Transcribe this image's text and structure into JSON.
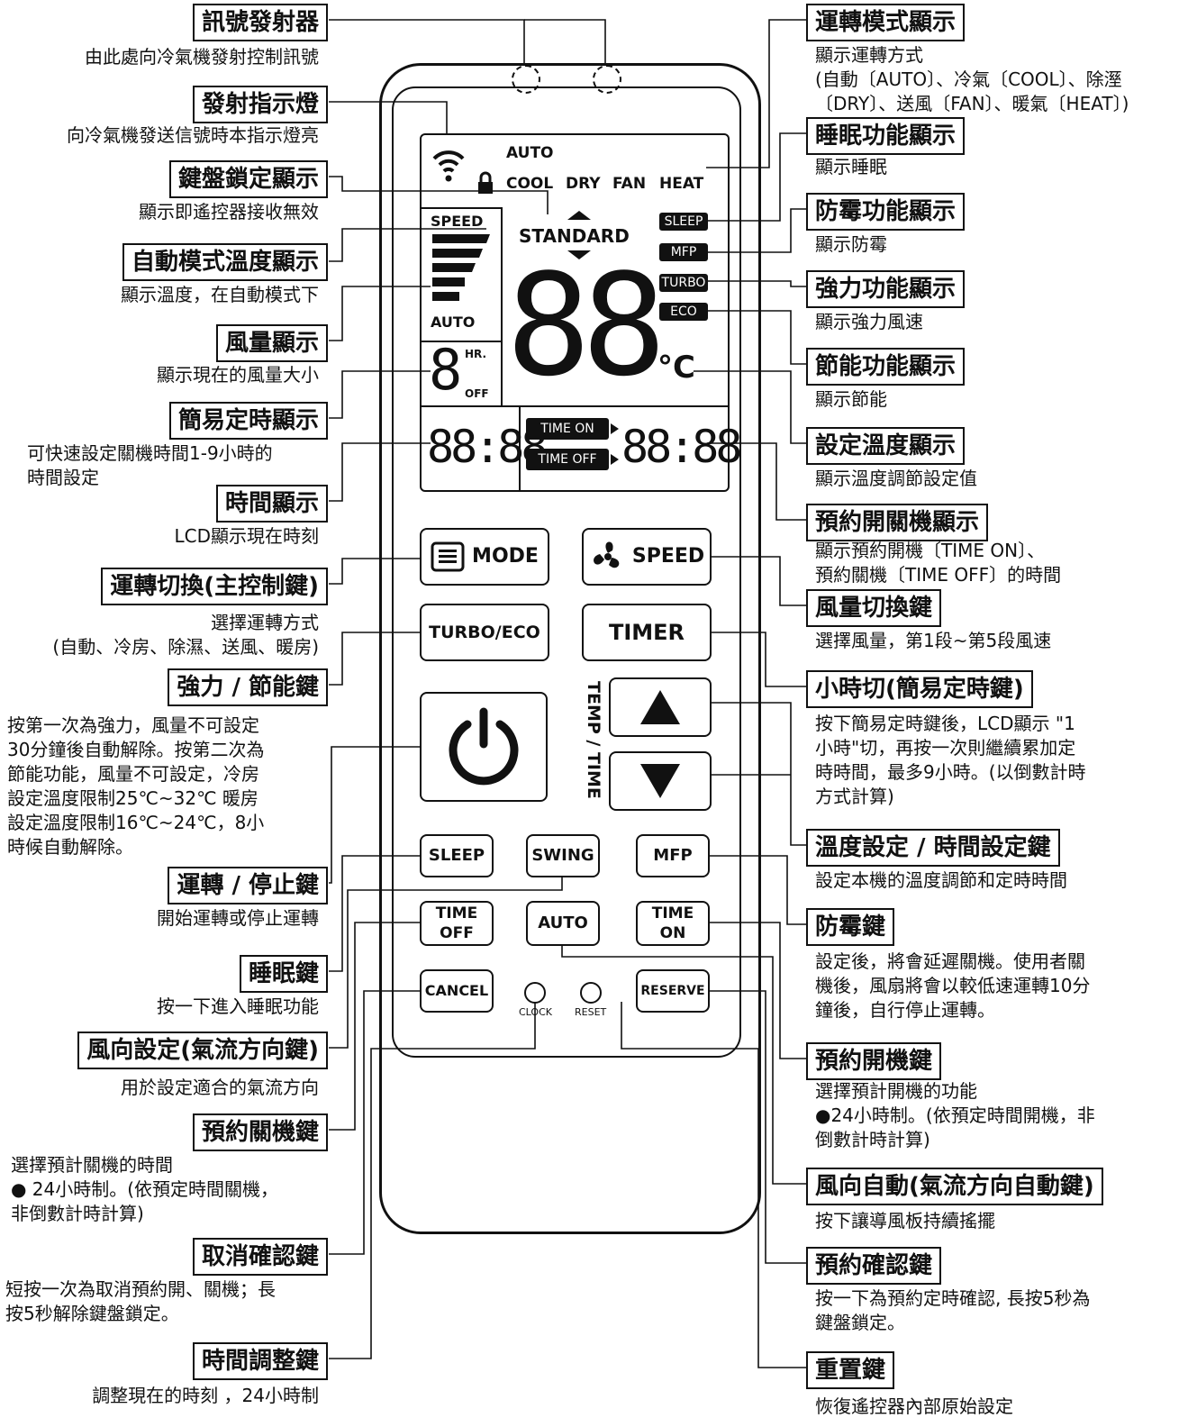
{
  "left": [
    {
      "title": "訊號發射器",
      "desc": "由此處向冷氣機發射控制訊號"
    },
    {
      "title": "發射指示燈",
      "desc": "向冷氣機發送信號時本指示燈亮"
    },
    {
      "title": "鍵盤鎖定顯示",
      "desc": "顯示即遙控器接收無效"
    },
    {
      "title": "自動模式溫度顯示",
      "desc": "顯示溫度，在自動模式下"
    },
    {
      "title": "風量顯示",
      "desc": "顯示現在的風量大小"
    },
    {
      "title": "簡易定時顯示",
      "desc": "可快速設定關機時間1-9小時的\n時間設定"
    },
    {
      "title": "時間顯示",
      "desc": "LCD顯示現在時刻"
    },
    {
      "title": "運轉切換(主控制鍵)",
      "desc": "選擇運轉方式\n(自動、冷房、除濕、送風、暖房)"
    },
    {
      "title": "強力 / 節能鍵",
      "desc": "按第一次為強力，風量不可設定\n30分鐘後自動解除。按第二次為\n節能功能，風量不可設定，冷房\n設定溫度限制25℃~32℃ 暖房\n設定溫度限制16℃~24℃，8小\n時候自動解除。"
    },
    {
      "title": "運轉 / 停止鍵",
      "desc": "開始運轉或停止運轉"
    },
    {
      "title": "睡眠鍵",
      "desc": "按一下進入睡眠功能"
    },
    {
      "title": "風向設定(氣流方向鍵)",
      "desc": "用於設定適合的氣流方向"
    },
    {
      "title": "預約關機鍵",
      "desc": "選擇預計關機的時間\n● 24小時制。(依預定時間關機，\n非倒數計時計算)"
    },
    {
      "title": "取消確認鍵",
      "desc": "短按一次為取消預約開、關機；長\n按5秒解除鍵盤鎖定。"
    },
    {
      "title": "時間調整鍵",
      "desc": "調整現在的時刻 ，24小時制"
    }
  ],
  "right": [
    {
      "title": "運轉模式顯示",
      "desc": "顯示運轉方式\n(自動〔AUTO〕、冷氣〔COOL〕、除溼\n〔DRY〕、送風〔FAN〕、暖氣〔HEAT〕)"
    },
    {
      "title": "睡眠功能顯示",
      "desc": "顯示睡眠"
    },
    {
      "title": "防霉功能顯示",
      "desc": "顯示防霉"
    },
    {
      "title": "強力功能顯示",
      "desc": "顯示強力風速"
    },
    {
      "title": "節能功能顯示",
      "desc": "顯示節能"
    },
    {
      "title": "設定溫度顯示",
      "desc": "顯示溫度調節設定值"
    },
    {
      "title": "預約開關機顯示",
      "desc": "顯示預約開機〔TIME ON〕、\n預約關機〔TIME OFF〕的時間"
    },
    {
      "title": "風量切換鍵",
      "desc": "選擇風量，第1段~第5段風速"
    },
    {
      "title": "小時切(簡易定時鍵)",
      "desc": "按下簡易定時鍵後，LCD顯示 \"1\n小時\"切，再按一次則繼續累加定\n時時間，最多9小時。(以倒數計時\n方式計算)"
    },
    {
      "title": "溫度設定 / 時間設定鍵",
      "desc": "設定本機的溫度調節和定時時間"
    },
    {
      "title": "防霉鍵",
      "desc": "設定後，將會延遲關機。使用者關\n機後，風扇將會以較低速運轉10分\n鐘後，自行停止運轉。"
    },
    {
      "title": "預約開機鍵",
      "desc": "選擇預計開機的功能\n●24小時制。(依預定時間開機，非\n倒數計時計算)"
    },
    {
      "title": "風向自動(氣流方向自動鍵)",
      "desc": "按下讓導風板持續搖擺"
    },
    {
      "title": "預約確認鍵",
      "desc": "按一下為預約定時確認, 長按5秒為\n鍵盤鎖定。"
    },
    {
      "title": "重置鍵",
      "desc": "恢復遙控器內部原始設定"
    }
  ],
  "lcd": {
    "auto": "AUTO",
    "cool": "COOL",
    "dry": "DRY",
    "fan": "FAN",
    "heat": "HEAT",
    "speed": "SPEED",
    "speed_auto": "AUTO",
    "standard": "STANDARD",
    "sleep": "SLEEP",
    "mfp": "MFP",
    "turbo": "TURBO",
    "eco": "ECO",
    "temp_digits": "88",
    "unit": "°C",
    "hr_digit": "8",
    "hr": "HR.",
    "off": "OFF",
    "clock": "88:88",
    "time_on": "TIME ON",
    "time_off": "TIME OFF",
    "timer_clock": "88:88"
  },
  "buttons": {
    "mode": "MODE",
    "speed": "SPEED",
    "turbo_eco": "TURBO/ECO",
    "timer": "TIMER",
    "temp_time": "TEMP / TIME",
    "sleep": "SLEEP",
    "swing": "SWING",
    "mfp": "MFP",
    "time_off": "TIME\nOFF",
    "auto": "AUTO",
    "time_on": "TIME\nON",
    "cancel": "CANCEL",
    "clock": "CLOCK",
    "reset": "RESET",
    "reserve": "RESERVE"
  }
}
